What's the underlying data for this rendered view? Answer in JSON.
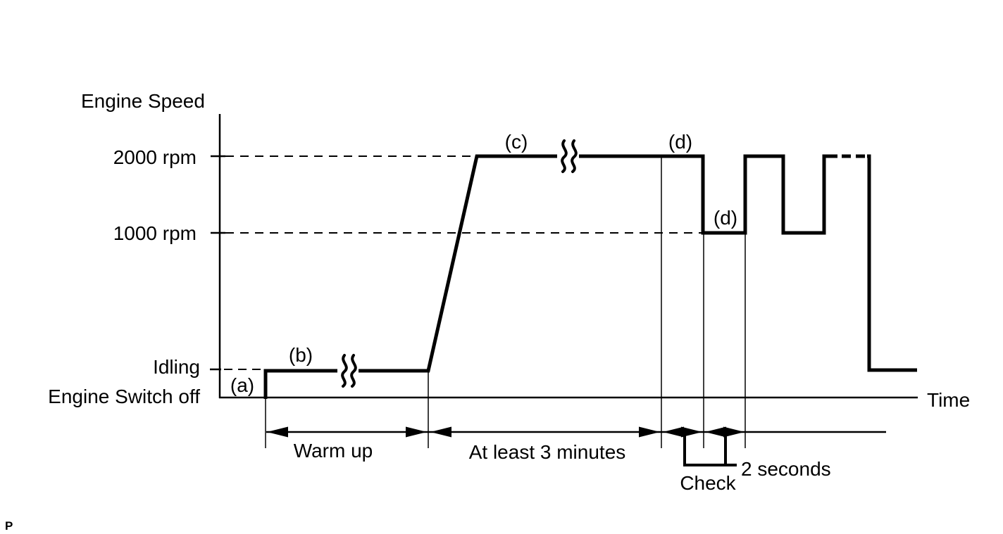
{
  "page": {
    "background_color": "#ffffff",
    "ink_color": "#000000",
    "footer": {
      "page_marker": "P"
    }
  },
  "axes": {
    "y_axis_title": "Engine Speed",
    "x_axis_title": "Time",
    "y_tick_2000": "2000 rpm",
    "y_tick_1000": "1000 rpm",
    "y_tick_idling": "Idling",
    "y_tick_switch_off": "Engine Switch off"
  },
  "phase_labels": {
    "a": "(a)",
    "b": "(b)",
    "c": "(c)",
    "d_high": "(d)",
    "d_low": "(d)"
  },
  "annotations": {
    "warm_up": "Warm up",
    "at_least_3_minutes": "At least 3 minutes",
    "two_seconds": "2 seconds",
    "check": "Check"
  },
  "chart_data": {
    "type": "line",
    "xlabel": "Time",
    "ylabel": "Engine Speed",
    "y_levels": [
      "Engine Switch off",
      "Idling",
      "1000 rpm",
      "2000 rpm"
    ],
    "gridlines": {
      "style": "dashed",
      "at_levels": [
        "2000 rpm",
        "1000 rpm",
        "Idling"
      ]
    },
    "sequence": [
      {
        "phase": "(a)",
        "from_level": "Engine Switch off",
        "to_level": "Idling"
      },
      {
        "phase": "(b)",
        "level": "Idling",
        "duration_label": "Warm up",
        "axis_break": true
      },
      {
        "phase": "ramp",
        "from_level": "Idling",
        "to_level": "2000 rpm"
      },
      {
        "phase": "(c)",
        "level": "2000 rpm",
        "duration_label": "At least 3 minutes",
        "axis_break": true
      },
      {
        "phase": "(d)",
        "level": "2000 rpm",
        "interval_label": "2 seconds",
        "action_label": "Check"
      },
      {
        "phase": "(d)",
        "level": "1000 rpm",
        "interval_label": "2 seconds",
        "action_label": "Check"
      },
      {
        "phase": "repeat",
        "pattern": "alternating 2000 rpm / 1000 rpm pulses, continued (dashed)"
      },
      {
        "phase": "end",
        "level": "Idling"
      }
    ]
  }
}
